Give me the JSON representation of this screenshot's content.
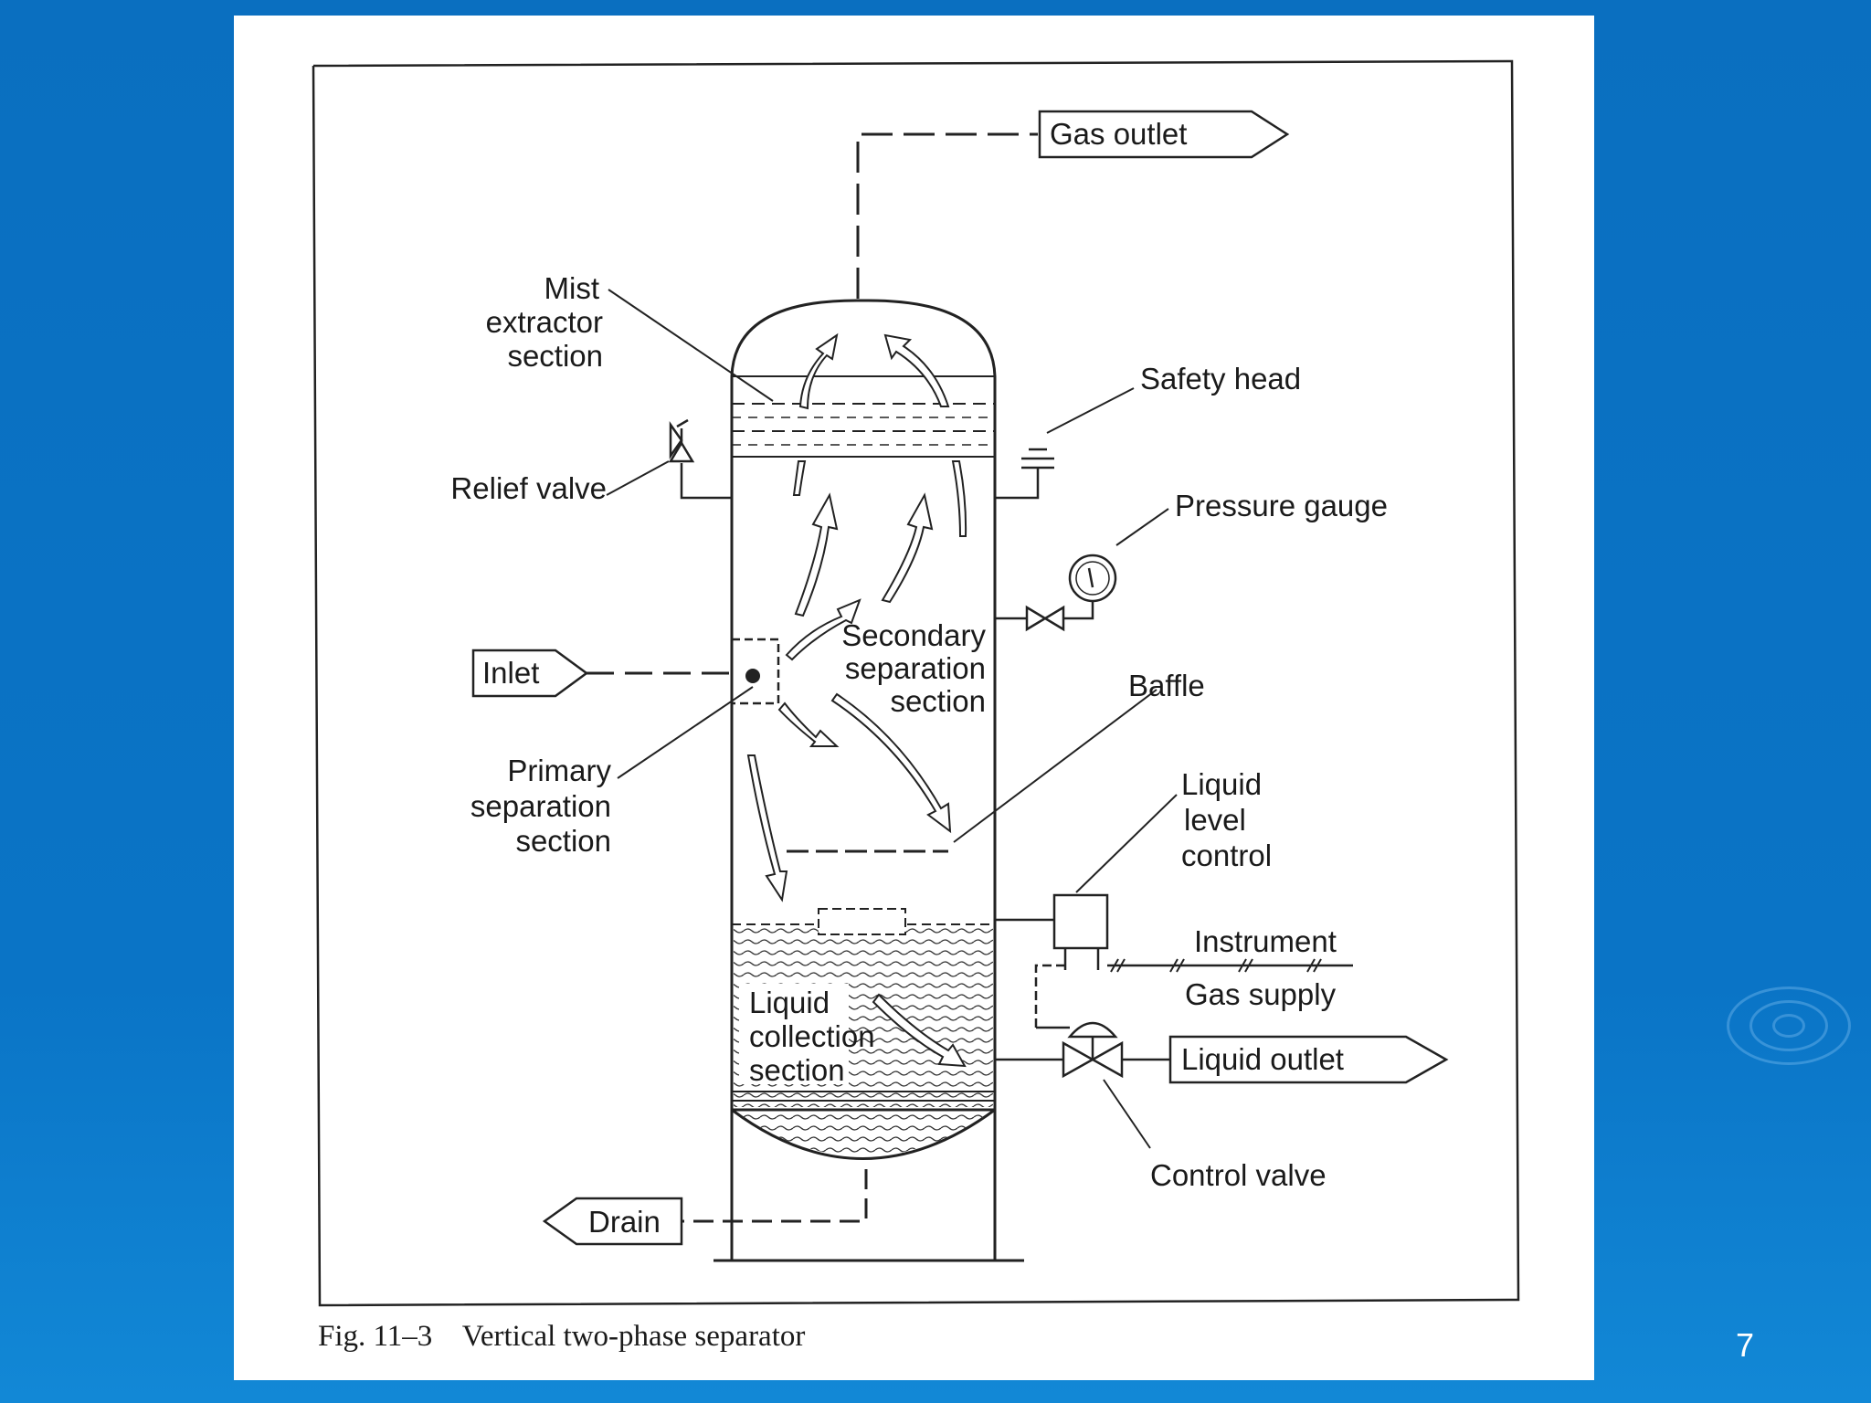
{
  "figure": {
    "caption": "Fig. 11–3    Vertical two-phase separator",
    "labels": {
      "gas_outlet": "Gas outlet",
      "mist_1": "Mist",
      "mist_2": "extractor",
      "mist_3": "section",
      "safety_head": "Safety head",
      "relief_valve": "Relief valve",
      "pressure_gauge": "Pressure gauge",
      "inlet": "Inlet",
      "secondary_1": "Secondary",
      "secondary_2": "separation",
      "secondary_3": "section",
      "baffle": "Baffle",
      "primary_1": "Primary",
      "primary_2": "separation",
      "primary_3": "section",
      "llc_1": "Liquid",
      "llc_2": "level",
      "llc_3": "control",
      "instrument": "Instrument",
      "gas_supply": "Gas supply",
      "liquid_collection_1": "Liquid",
      "liquid_collection_2": "collection",
      "liquid_collection_3": "section",
      "liquid_outlet": "Liquid outlet",
      "control_valve": "Control valve",
      "drain": "Drain"
    }
  },
  "slide": {
    "page_number": "7"
  },
  "colors": {
    "background": "#0a70c2",
    "panel": "#ffffff",
    "ink": "#1a1a1a"
  }
}
